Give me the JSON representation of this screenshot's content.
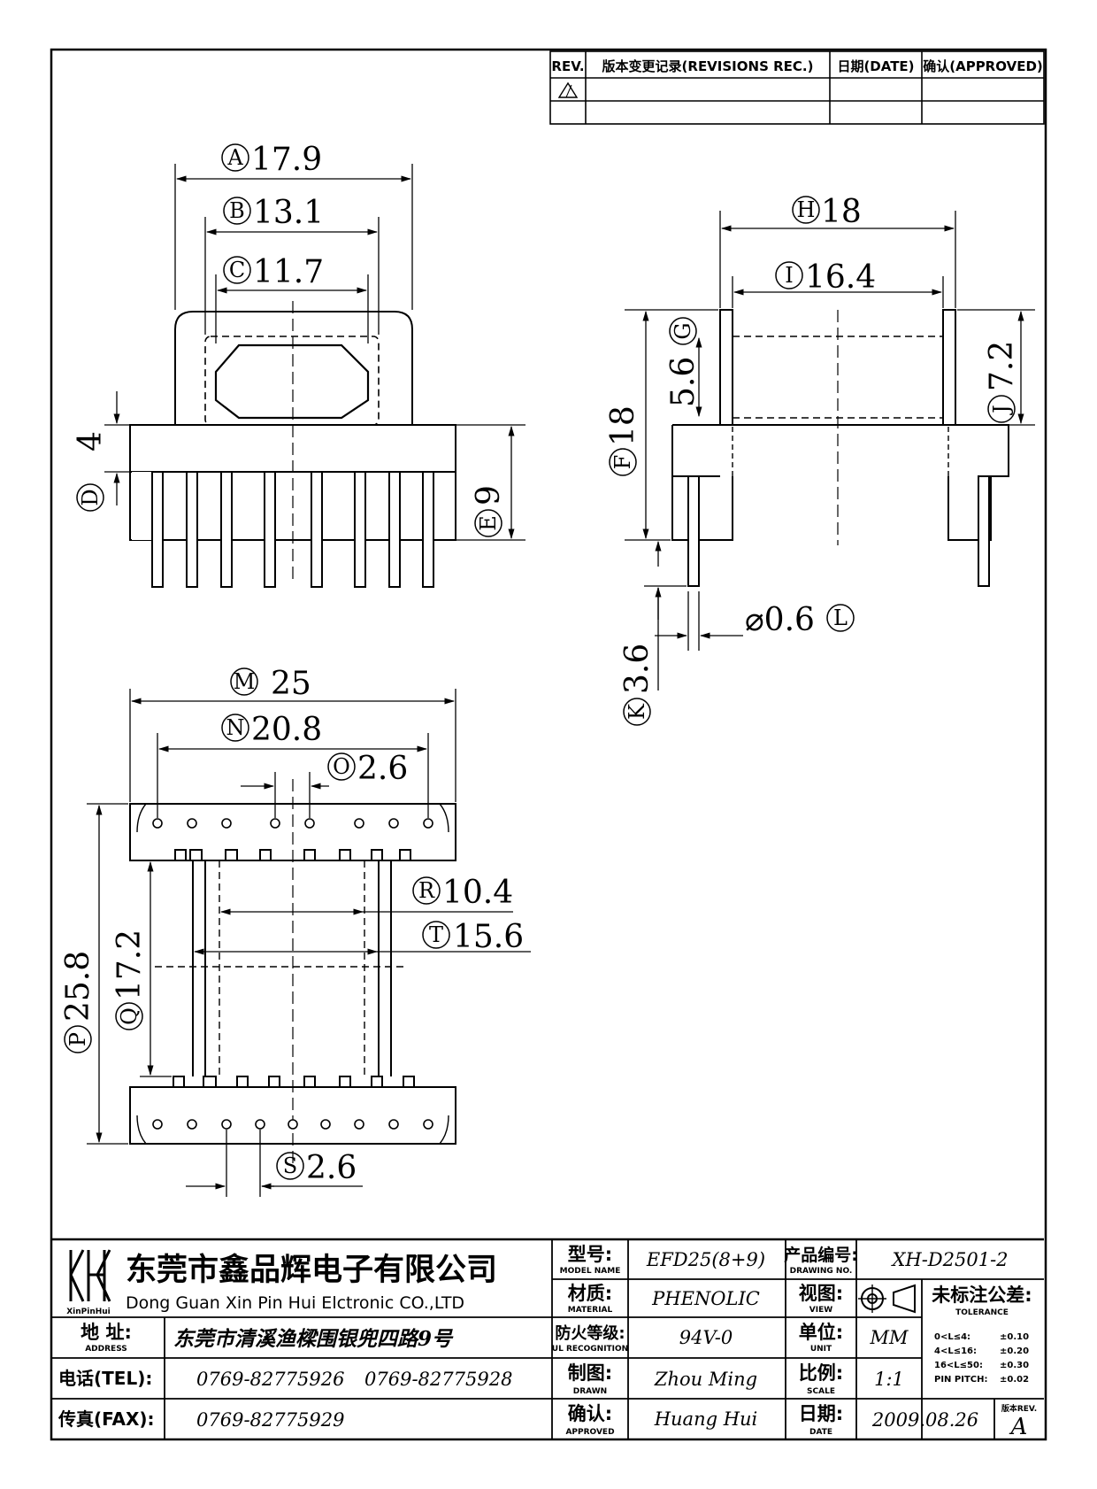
{
  "revision_table": {
    "headers": [
      "REV.",
      "版本变更记录(REVISIONS REC.)",
      "日期(DATE)",
      "确认(APPROVED)"
    ]
  },
  "dimensions": {
    "A": {
      "letter": "A",
      "value": "17.9"
    },
    "B": {
      "letter": "B",
      "value": "13.1"
    },
    "C": {
      "letter": "C",
      "value": "11.7"
    },
    "D": {
      "letter": "D",
      "value": "4"
    },
    "E": {
      "letter": "E",
      "value": "9"
    },
    "F": {
      "letter": "F",
      "value": "18"
    },
    "G": {
      "letter": "G",
      "value": "5.6"
    },
    "H": {
      "letter": "H",
      "value": "18"
    },
    "I": {
      "letter": "I",
      "value": "16.4"
    },
    "J": {
      "letter": "J",
      "value": "7.2"
    },
    "K": {
      "letter": "K",
      "value": "3.6"
    },
    "L": {
      "letter": "L",
      "value": "⌀0.6"
    },
    "M": {
      "letter": "M",
      "value": "25"
    },
    "N": {
      "letter": "N",
      "value": "20.8"
    },
    "O": {
      "letter": "O",
      "value": "2.6"
    },
    "P": {
      "letter": "P",
      "value": "25.8"
    },
    "Q": {
      "letter": "Q",
      "value": "17.2"
    },
    "R": {
      "letter": "R",
      "value": "10.4"
    },
    "S": {
      "letter": "S",
      "value": "2.6"
    },
    "T": {
      "letter": "T",
      "value": "15.6"
    }
  },
  "title_block": {
    "company_cn": "东莞市鑫品辉电子有限公司",
    "company_en": "Dong Guan Xin Pin Hui Elctronic CO.,LTD",
    "logo_text": "XinPinHui",
    "address_label_cn": "地  址:",
    "address_label_en": "ADDRESS",
    "address": "东莞市清溪渔樑围银兜四路9号",
    "tel_label": "电话(TEL):",
    "tel1": "0769-82775926",
    "tel2": "0769-82775928",
    "fax_label": "传真(FAX):",
    "fax": "0769-82775929",
    "model_label_cn": "型号:",
    "model_label_en": "MODEL NAME",
    "model": "EFD25(8+9)",
    "material_label_cn": "材质:",
    "material_label_en": "MATERIAL",
    "material": "PHENOLIC",
    "ul_label_cn": "防火等级:",
    "ul_label_en": "UL RECOGNITION",
    "ul": "94V-0",
    "drawn_label_cn": "制图:",
    "drawn_label_en": "DRAWN",
    "drawn": "Zhou Ming",
    "approved_label_cn": "确认:",
    "approved_label_en": "APPROVED",
    "approved": "Huang Hui",
    "drawing_no_label_cn": "产品编号:",
    "drawing_no_label_en": "DRAWING NO.",
    "drawing_no": "XH-D2501-2",
    "view_label_cn": "视图:",
    "view_label_en": "VIEW",
    "unit_label_cn": "单位:",
    "unit_label_en": "UNIT",
    "unit": "MM",
    "scale_label_cn": "比例:",
    "scale_label_en": "SCALE",
    "scale": "1:1",
    "date_label_cn": "日期:",
    "date_label_en": "DATE",
    "date": "2009.08.26",
    "tolerance_label_cn": "未标注公差:",
    "tolerance_label_en": "TOLERANCE",
    "tolerances": [
      {
        "range": "0<L≤4:",
        "value": "±0.10"
      },
      {
        "range": "4<L≤16:",
        "value": "±0.20"
      },
      {
        "range": "16<L≤50:",
        "value": "±0.30"
      },
      {
        "range": "PIN PITCH:",
        "value": "±0.02"
      }
    ],
    "rev_label": "版本REV.",
    "rev": "A"
  }
}
